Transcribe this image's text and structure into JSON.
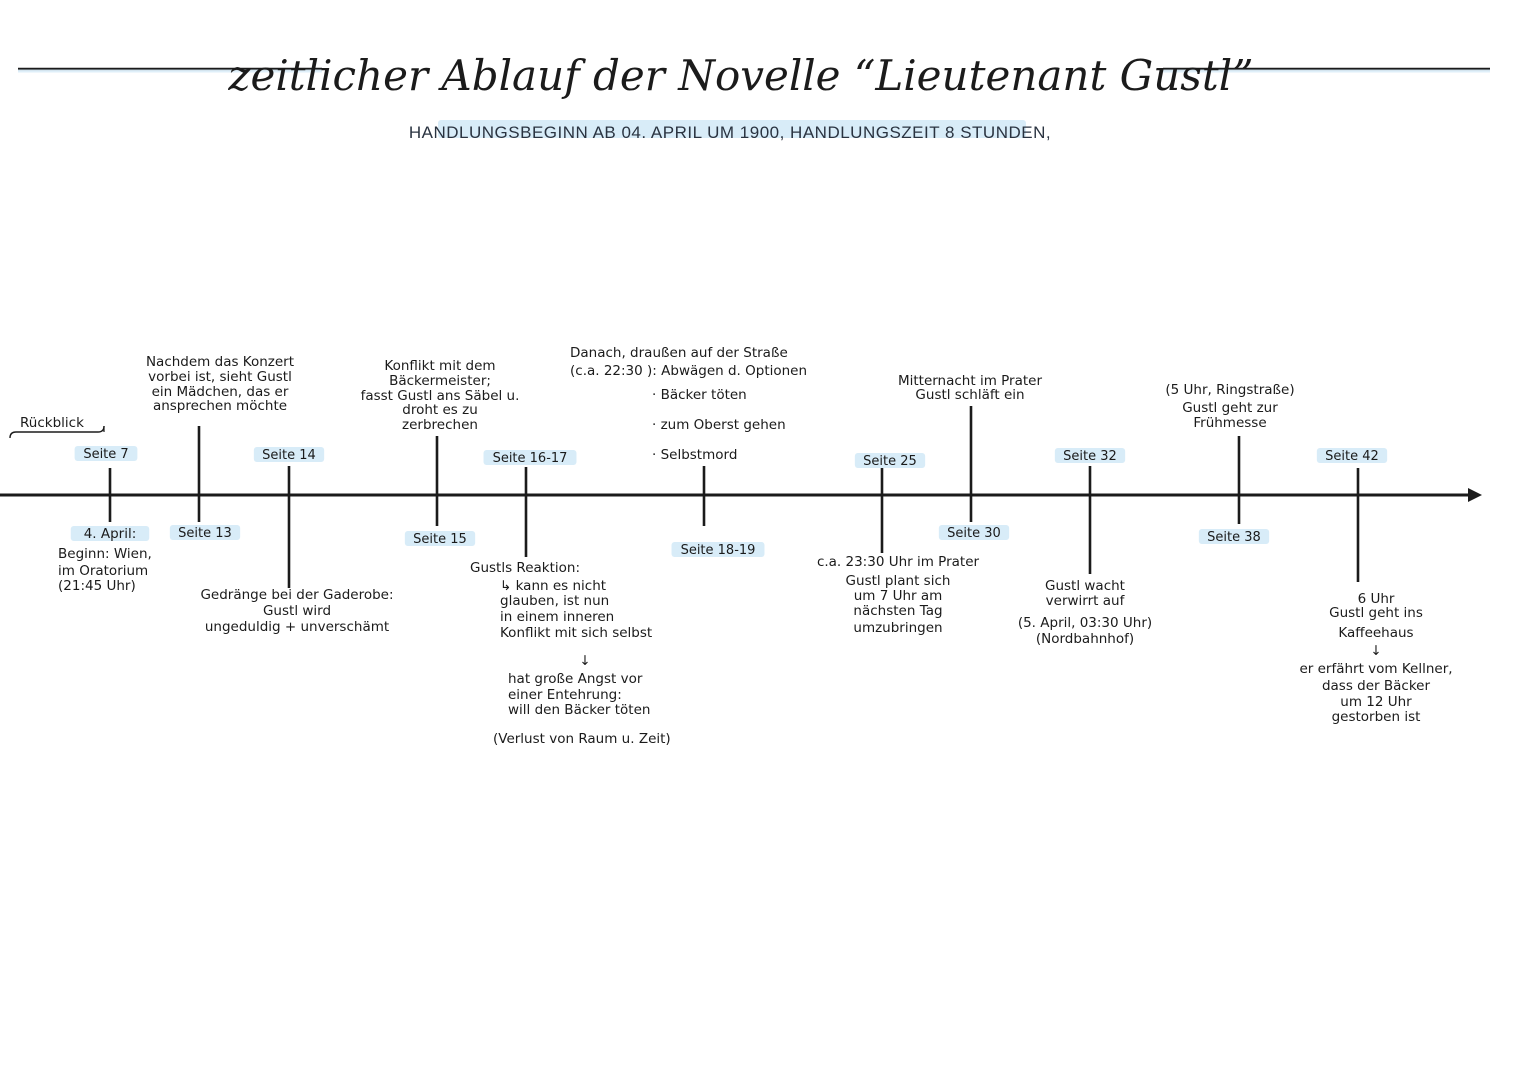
{
  "header": {
    "title": "zeitlicher Ablauf der Novelle “Lieutenant Gustl”",
    "subtitle": "HANDLUNGSBEGINN AB 04. APRIL UM 1900, HANDLUNGSZEIT 8 STUNDEN,"
  },
  "rueckblick": "Rückblick",
  "events": [
    {
      "id": "s7",
      "page": "Seite 7",
      "page_pos": "above",
      "notes": [
        "4. April:",
        "Beginn: Wien,",
        "im Oratorium",
        "(21:45 Uhr)"
      ],
      "notes_pos": "below"
    },
    {
      "id": "s13",
      "page": "Seite 13",
      "page_pos": "below",
      "notes": [
        "Nachdem das Konzert",
        "vorbei ist, sieht Gustl",
        "ein Mädchen, das er",
        "ansprechen möchte"
      ],
      "notes_pos": "above"
    },
    {
      "id": "s14",
      "page": "Seite 14",
      "page_pos": "above",
      "notes": [
        "Gedränge bei der Gaderobe:",
        "Gustl wird",
        "ungeduldig + unverschämt"
      ],
      "notes_pos": "below"
    },
    {
      "id": "s15",
      "page": "Seite 15",
      "page_pos": "below",
      "notes": [
        "Konflikt mit dem",
        "Bäckermeister;",
        "fasst Gustl ans Säbel u.",
        "droht es zu",
        "zerbrechen"
      ],
      "notes_pos": "above"
    },
    {
      "id": "s16",
      "page": "Seite 16-17",
      "page_pos": "above",
      "notes": [
        "Gustls Reaktion:",
        "↳ kann es nicht",
        "glauben, ist nun",
        "in einem inneren",
        "Konflikt mit sich selbst",
        "↓",
        "hat große Angst vor",
        "einer Entehrung:",
        "will den Bäcker töten",
        "(Verlust von Raum u. Zeit)"
      ],
      "notes_pos": "below"
    },
    {
      "id": "s18",
      "page": "Seite 18-19",
      "page_pos": "below",
      "notes": [
        "Danach, draußen auf der Straße",
        "(c.a. 22:30 ): Abwägen d. Optionen",
        "· Bäcker töten",
        "· zum Oberst gehen",
        "· Selbstmord"
      ],
      "notes_pos": "above"
    },
    {
      "id": "s25",
      "page": "Seite 25",
      "page_pos": "above",
      "notes": [
        "c.a. 23:30 Uhr im Prater",
        "Gustl plant sich",
        "um 7 Uhr am",
        "nächsten Tag",
        "umzubringen"
      ],
      "notes_pos": "below"
    },
    {
      "id": "s30",
      "page": "Seite 30",
      "page_pos": "below",
      "notes": [
        "Mitternacht im Prater",
        "Gustl schläft ein"
      ],
      "notes_pos": "above"
    },
    {
      "id": "s32",
      "page": "Seite 32",
      "page_pos": "above",
      "notes": [
        "Gustl wacht",
        "verwirrt auf",
        "(5. April, 03:30 Uhr)",
        "(Nordbahnhof)"
      ],
      "notes_pos": "below"
    },
    {
      "id": "s38",
      "page": "Seite 38",
      "page_pos": "below",
      "notes": [
        "(5 Uhr, Ringstraße)",
        "Gustl geht zur",
        "Frühmesse"
      ],
      "notes_pos": "above"
    },
    {
      "id": "s42",
      "page": "Seite 42",
      "page_pos": "above",
      "notes": [
        "6 Uhr",
        "Gustl geht ins",
        "Kaffeehaus",
        "↓",
        "er erfährt vom Kellner,",
        "dass der Bäcker",
        "um 12 Uhr",
        "gestorben ist"
      ],
      "notes_pos": "below"
    }
  ],
  "colors": {
    "ink": "#1b1b1b",
    "highlight": "#d8ecf8",
    "rule": "#1b1b1b"
  }
}
